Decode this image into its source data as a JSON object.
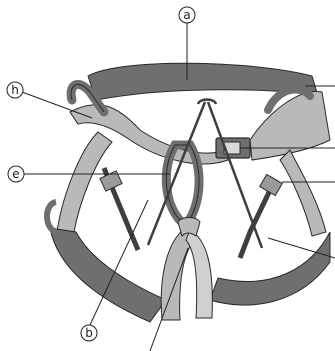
{
  "colors": {
    "strap_dark": "#6f6f6f",
    "strap_light": "#b9b9b9",
    "strap_mid": "#8e8e8e",
    "webbing": "#3e3e3e",
    "outline": "#2a2a2a",
    "callout_line": "#222222"
  },
  "callouts": [
    {
      "id": "a",
      "label": "a"
    },
    {
      "id": "b",
      "label": "b"
    },
    {
      "id": "e",
      "label": "e"
    },
    {
      "id": "h",
      "label": "h"
    }
  ]
}
